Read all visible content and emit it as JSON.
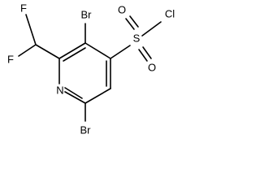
{
  "molecule": {
    "atoms": {
      "f_top": "F",
      "f_left": "F",
      "br_top": "Br",
      "br_bottom": "Br",
      "n": "N",
      "s": "S",
      "o_left": "O",
      "o_right": "O",
      "cl": "Cl"
    },
    "colors": {
      "bond": "#000000",
      "label": "#000000",
      "background": "#ffffff"
    }
  }
}
